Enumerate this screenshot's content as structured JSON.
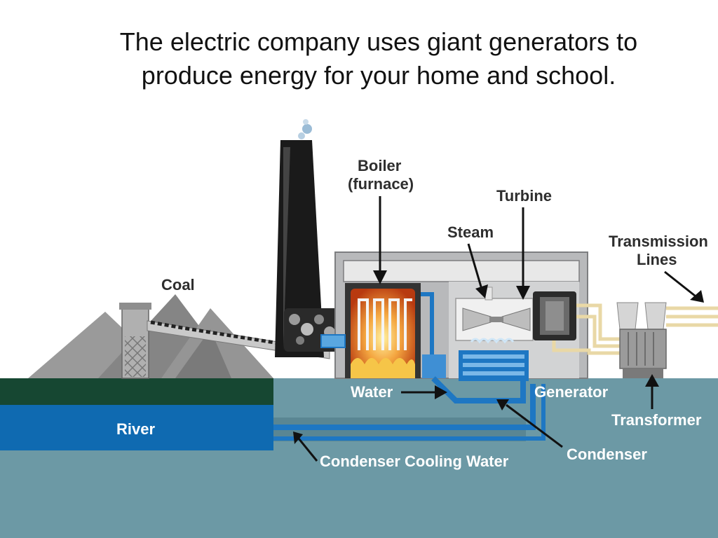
{
  "caption": {
    "line1": "The electric company uses giant generators to",
    "line2": "produce energy for your home and school."
  },
  "labels": {
    "boiler_line1": "Boiler",
    "boiler_line2": "(furnace)",
    "turbine": "Turbine",
    "steam": "Steam",
    "transmission_line1": "Transmission",
    "transmission_line2": "Lines",
    "coal": "Coal",
    "water": "Water",
    "generator": "Generator",
    "transformer": "Transformer",
    "river": "River",
    "condenser": "Condenser",
    "condenser_cooling_water": "Condenser Cooling Water"
  },
  "colors": {
    "ground": "#6c99a5",
    "ground_dark": "#5a8693",
    "river": "#0f6ab1",
    "bank": "#164732",
    "building": "#b8b9bb",
    "coal_pile": "#8a8a8a",
    "stack": "#1a1a1a",
    "fire": "#e8721d",
    "pipe": "#1e77c3",
    "wire": "#e9d8a6"
  }
}
